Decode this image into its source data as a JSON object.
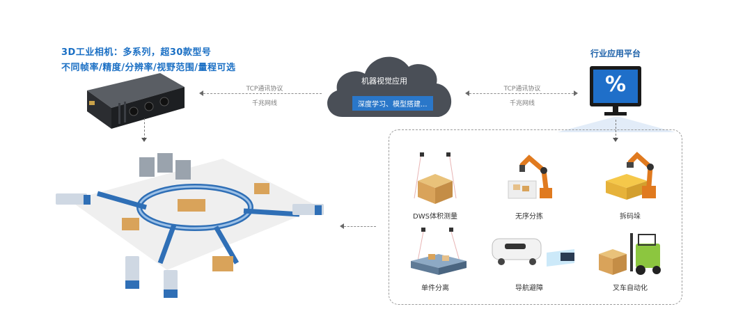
{
  "camera": {
    "headline_line1": "3D工业相机：多系列，超30款型号",
    "headline_line2": "不同帧率/精度/分辨率/视野范围/量程可选"
  },
  "link_left": {
    "protocol": "TCP通讯协议",
    "network": "千兆网线"
  },
  "link_right": {
    "protocol": "TCP通讯协议",
    "network": "千兆网线"
  },
  "cloud": {
    "title": "机器视觉应用",
    "subtitle": "深度学习、模型搭建..."
  },
  "platform": {
    "title": "行业应用平台",
    "icon_text": "%"
  },
  "applications": [
    {
      "label": "DWS体积测量",
      "icon": "box-scan-icon"
    },
    {
      "label": "无序分拣",
      "icon": "robot-arm-picking-icon"
    },
    {
      "label": "拆码垛",
      "icon": "robot-arm-palletizing-icon"
    },
    {
      "label": "单件分离",
      "icon": "conveyor-singulation-icon"
    },
    {
      "label": "导航避障",
      "icon": "agv-robot-icon"
    },
    {
      "label": "叉车自动化",
      "icon": "forklift-icon"
    }
  ],
  "colors": {
    "accent": "#1a6fc4",
    "cloud": "#4a4f57",
    "platform_screen": "#1f6fc9",
    "orange_robot": "#e07a1f",
    "box": "#d9a35a"
  }
}
